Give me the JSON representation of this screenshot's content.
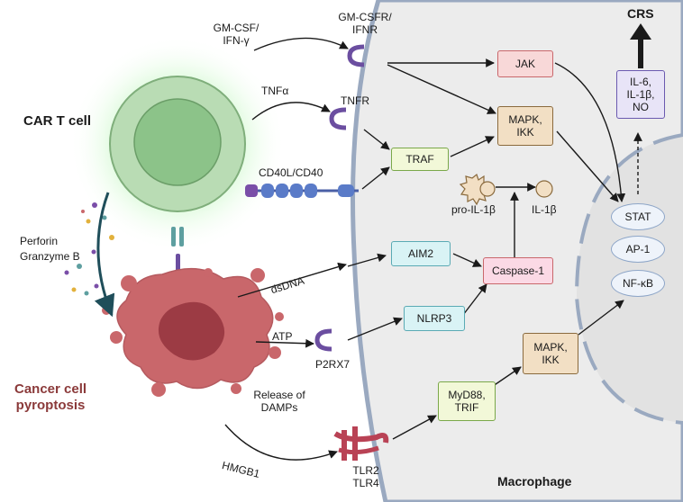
{
  "cells": {
    "car_t": "CAR T cell",
    "cancer": "Cancer cell\npyroptosis",
    "macrophage": "Macrophage"
  },
  "signals": {
    "gmcsf": "GM-CSF/\nIFN-γ",
    "tnfa": "TNFα",
    "perforin": "Perforin\nGranzyme B",
    "dsdna": "dsDNA",
    "atp": "ATP",
    "damps": "Release of\nDAMPs",
    "hmgb1": "HMGB1"
  },
  "receptors": {
    "gmcsfr": "GM-CSFR/\nIFNR",
    "tnfr": "TNFR",
    "cd40": "CD40L/CD40",
    "p2rx7": "P2RX7",
    "tlr": "TLR2\nTLR4"
  },
  "nodes": {
    "jak": "JAK",
    "mapk_top": "MAPK,\nIKK",
    "traf": "TRAF",
    "pro_il1b": "pro-IL-1β",
    "il1b": "IL-1β",
    "aim2": "AIM2",
    "caspase1": "Caspase-1",
    "nlrp3": "NLRP3",
    "mapk_bottom": "MAPK,\nIKK",
    "myd88": "MyD88,\nTRIF",
    "cytokines": "IL-6,\nIL-1β,\nNO",
    "crs": "CRS"
  },
  "transcription_factors": [
    "STAT",
    "AP-1",
    "NF-κB"
  ],
  "colors": {
    "car_t_outer": "#b9dcb4",
    "car_t_nucleus": "#8cc389",
    "car_t_glow": "#6ee86a",
    "cancer_cell": "#c9676b",
    "cancer_nucleus": "#9c3b44",
    "cancer_label": "#8b3a3a",
    "macrophage_fill": "#ececec",
    "membrane": "#9aa9c0",
    "receptor": "#6b4ea0",
    "jak_box": "#f8d8d8",
    "mapk_box": "#f2dfc4",
    "green_box": "#f2f8d8",
    "cyan_box": "#d9f3f5",
    "cytokine_box": "#e8e4f7",
    "caspase_box": "#fbd9e5"
  }
}
